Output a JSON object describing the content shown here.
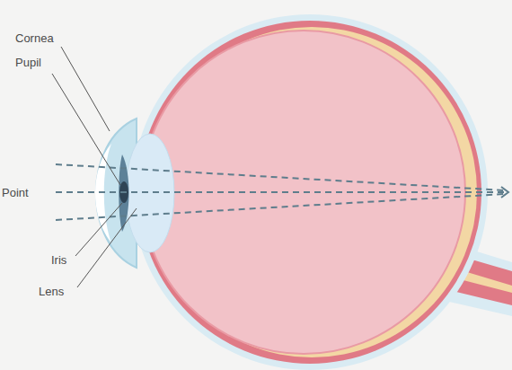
{
  "diagram": {
    "labels": [
      "Cornea",
      "Pupil",
      "Point",
      "Iris",
      "Lens"
    ]
  }
}
